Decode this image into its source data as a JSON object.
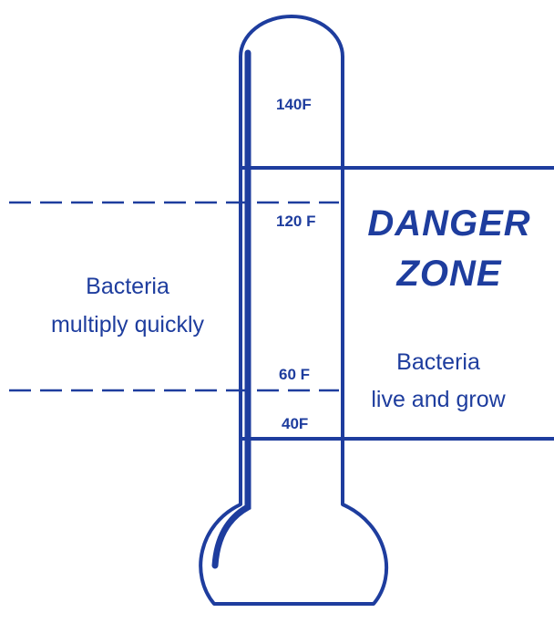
{
  "colors": {
    "ink": "#1e3d9e",
    "background": "#ffffff"
  },
  "thermometer": {
    "labels": {
      "t140": "140F",
      "t120": "120 F",
      "t60": "60 F",
      "t40": "40F"
    }
  },
  "left_note": {
    "line1": "Bacteria",
    "line2": "multiply quickly"
  },
  "danger_zone": {
    "title_line1": "DANGER",
    "title_line2": "ZONE",
    "note_line1": "Bacteria",
    "note_line2": "live and grow"
  }
}
